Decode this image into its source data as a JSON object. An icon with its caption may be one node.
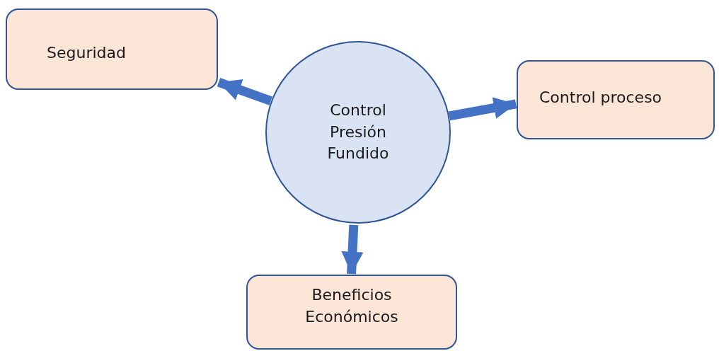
{
  "diagram": {
    "nodes": [
      {
        "text": [
          "Control Presión Fundido"
        ]
      },
      {
        "text": [
          "Seguridad"
        ]
      },
      {
        "text": [
          "Control proceso"
        ]
      },
      {
        "text": [
          "Beneficios Económicos"
        ]
      }
    ],
    "edges": [
      {
        "from": 0,
        "to": 1,
        "arrow": "to"
      },
      {
        "from": 0,
        "to": 2,
        "arrow": "to"
      },
      {
        "from": 0,
        "to": 3,
        "arrow": "to"
      }
    ]
  }
}
